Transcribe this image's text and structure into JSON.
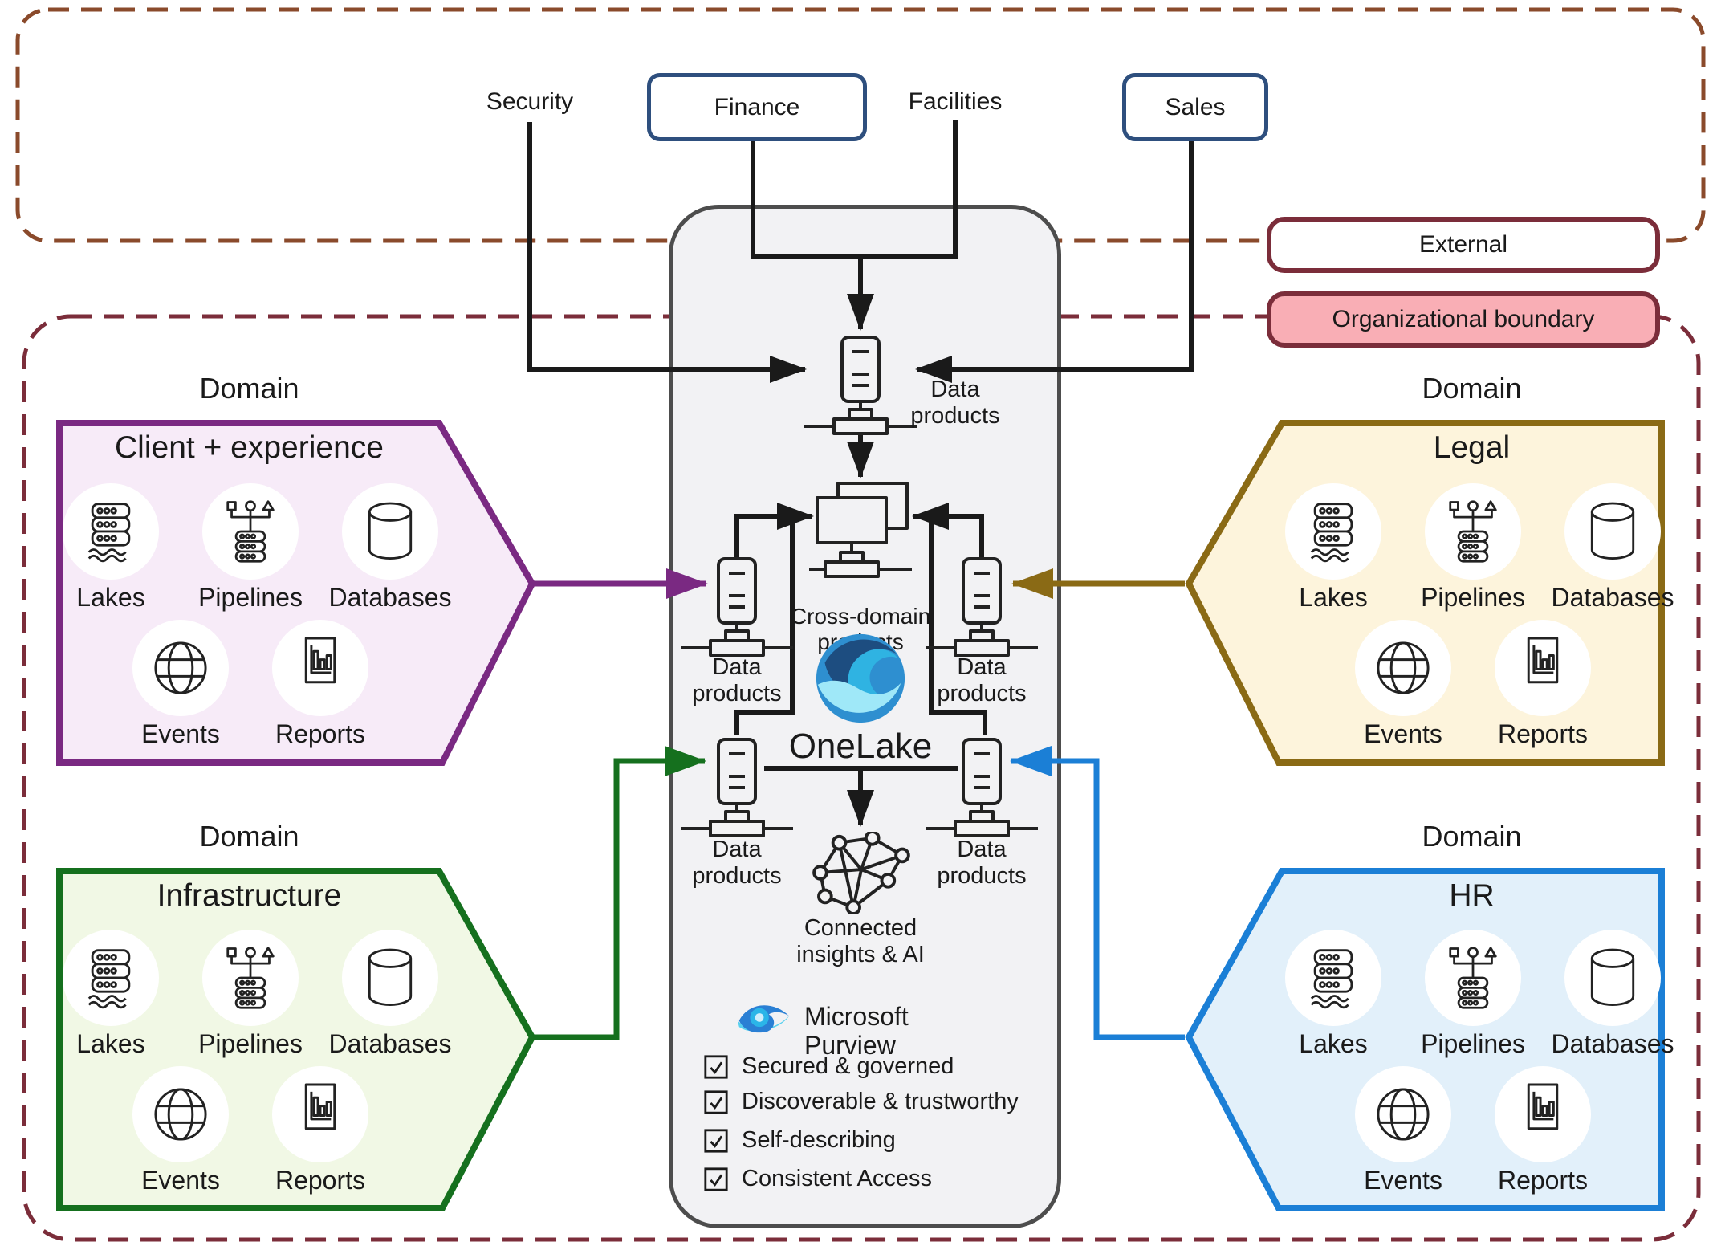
{
  "top_row": {
    "security": "Security",
    "finance": "Finance",
    "facilities": "Facilities",
    "sales": "Sales"
  },
  "boundaries": {
    "external": "External",
    "organizational": "Organizational boundary"
  },
  "hub": {
    "data_products": "Data products",
    "cross_domain_products": "Cross-domain products",
    "onelake": "OneLake",
    "connected_insights": "Connected insights & AI",
    "purview": "Microsoft Purview",
    "checklist": [
      "Secured & governed",
      "Discoverable & trustworthy",
      "Self-describing",
      "Consistent Access"
    ]
  },
  "domains": [
    {
      "caption": "Domain",
      "name": "Client + experience",
      "assets": [
        "Lakes",
        "Pipelines",
        "Databases",
        "Events",
        "Reports"
      ]
    },
    {
      "caption": "Domain",
      "name": "Legal",
      "assets": [
        "Lakes",
        "Pipelines",
        "Databases",
        "Events",
        "Reports"
      ]
    },
    {
      "caption": "Domain",
      "name": "Infrastructure",
      "assets": [
        "Lakes",
        "Pipelines",
        "Databases",
        "Events",
        "Reports"
      ]
    },
    {
      "caption": "Domain",
      "name": "HR",
      "assets": [
        "Lakes",
        "Pipelines",
        "Databases",
        "Events",
        "Reports"
      ]
    }
  ],
  "colors": {
    "accent_purple": "#7a2982",
    "accent_gold": "#8a6a15",
    "accent_green": "#15701e",
    "accent_blue": "#1b7fd6",
    "boundary_maroon": "#7b2d3a",
    "external_brown": "#8a4a2b",
    "box_navy": "#2e4f7e",
    "org_label_pink": "#f9aeb5",
    "container_fill": "#f2f2f4",
    "container_border": "#4d4d4d",
    "line_black": "#1a1a1a",
    "cx_fill": "#f7ebf8",
    "legal_fill": "#fdf4dc",
    "infra_fill": "#f1f8e5",
    "hr_fill": "#e2f0fa",
    "onelake_dark": "#1d4d80",
    "onelake_mid": "#2e8fd0",
    "onelake_teal": "#2fb3e2",
    "onelake_light": "#9fe8f8"
  }
}
